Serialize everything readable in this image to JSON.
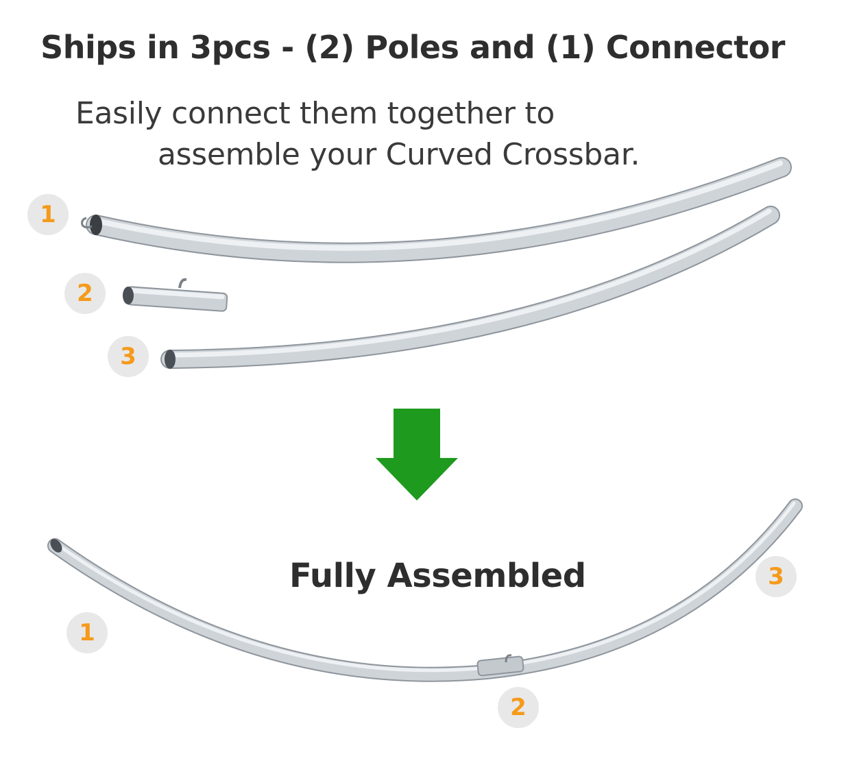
{
  "header": {
    "title": "Ships in 3pcs - (2) Poles and (1) Connector",
    "subtitle_line1": "Easily connect them together to",
    "subtitle_line2": "assemble your Curved Crossbar."
  },
  "parts": [
    {
      "label": "1",
      "name": "pole"
    },
    {
      "label": "2",
      "name": "connector"
    },
    {
      "label": "3",
      "name": "pole"
    }
  ],
  "assembled": {
    "caption": "Fully Assembled",
    "labels": [
      "1",
      "2",
      "3"
    ]
  },
  "colors": {
    "badge_bg": "#e8e8e8",
    "badge_text": "#f59a1b",
    "arrow": "#1e9a1e",
    "pole": "#c8ccd0"
  },
  "icons": {
    "arrow": "down-arrow-icon"
  }
}
